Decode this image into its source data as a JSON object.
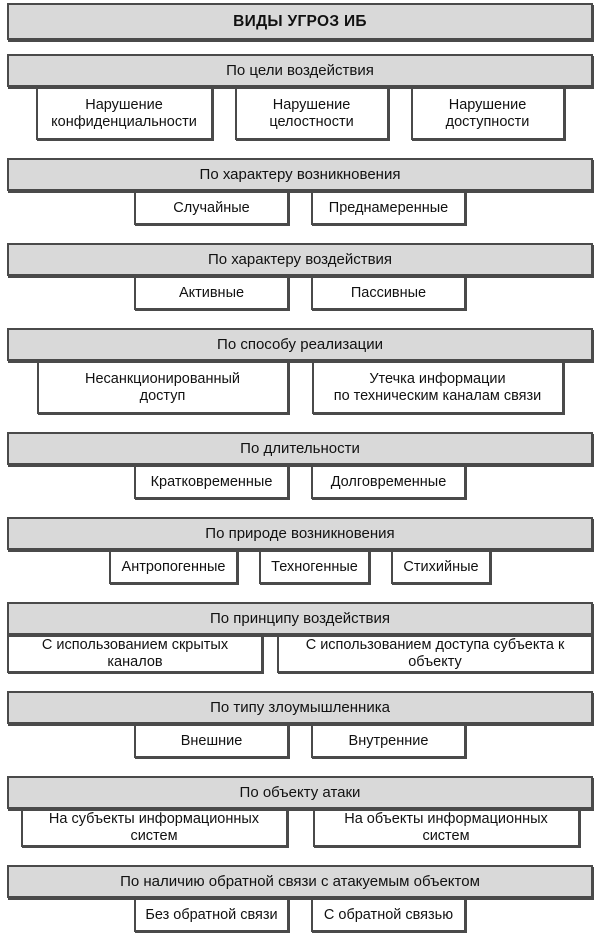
{
  "title": "ВИДЫ УГРОЗ ИБ",
  "colors": {
    "header_bg": "#d9d9d9",
    "box_bg": "#ffffff",
    "border": "#4a4a4a",
    "text": "#111111"
  },
  "sections": [
    {
      "header": "По цели воздействия",
      "items": [
        "Нарушение\nконфиденциальности",
        "Нарушение\nцелостности",
        "Нарушение\nдоступности"
      ]
    },
    {
      "header": "По характеру возникновения",
      "items": [
        "Случайные",
        "Преднамеренные"
      ]
    },
    {
      "header": "По характеру воздействия",
      "items": [
        "Активные",
        "Пассивные"
      ]
    },
    {
      "header": "По способу реализации",
      "items": [
        "Несанкционированный\nдоступ",
        "Утечка информации\nпо техническим каналам связи"
      ]
    },
    {
      "header": "По длительности",
      "items": [
        "Кратковременные",
        "Долговременные"
      ]
    },
    {
      "header": "По природе возникновения",
      "items": [
        "Антропогенные",
        "Техногенные",
        "Стихийные"
      ]
    },
    {
      "header": "По принципу воздействия",
      "items": [
        "С использованием скрытых каналов",
        "С использованием доступа субъекта к объекту"
      ]
    },
    {
      "header": "По типу злоумышленника",
      "items": [
        "Внешние",
        "Внутренние"
      ]
    },
    {
      "header": "По объекту атаки",
      "items": [
        "На субъекты информационных систем",
        "На объекты информационных систем"
      ]
    },
    {
      "header": "По наличию обратной связи с атакуемым объектом",
      "items": [
        "Без обратной связи",
        "С обратной связью"
      ]
    }
  ]
}
